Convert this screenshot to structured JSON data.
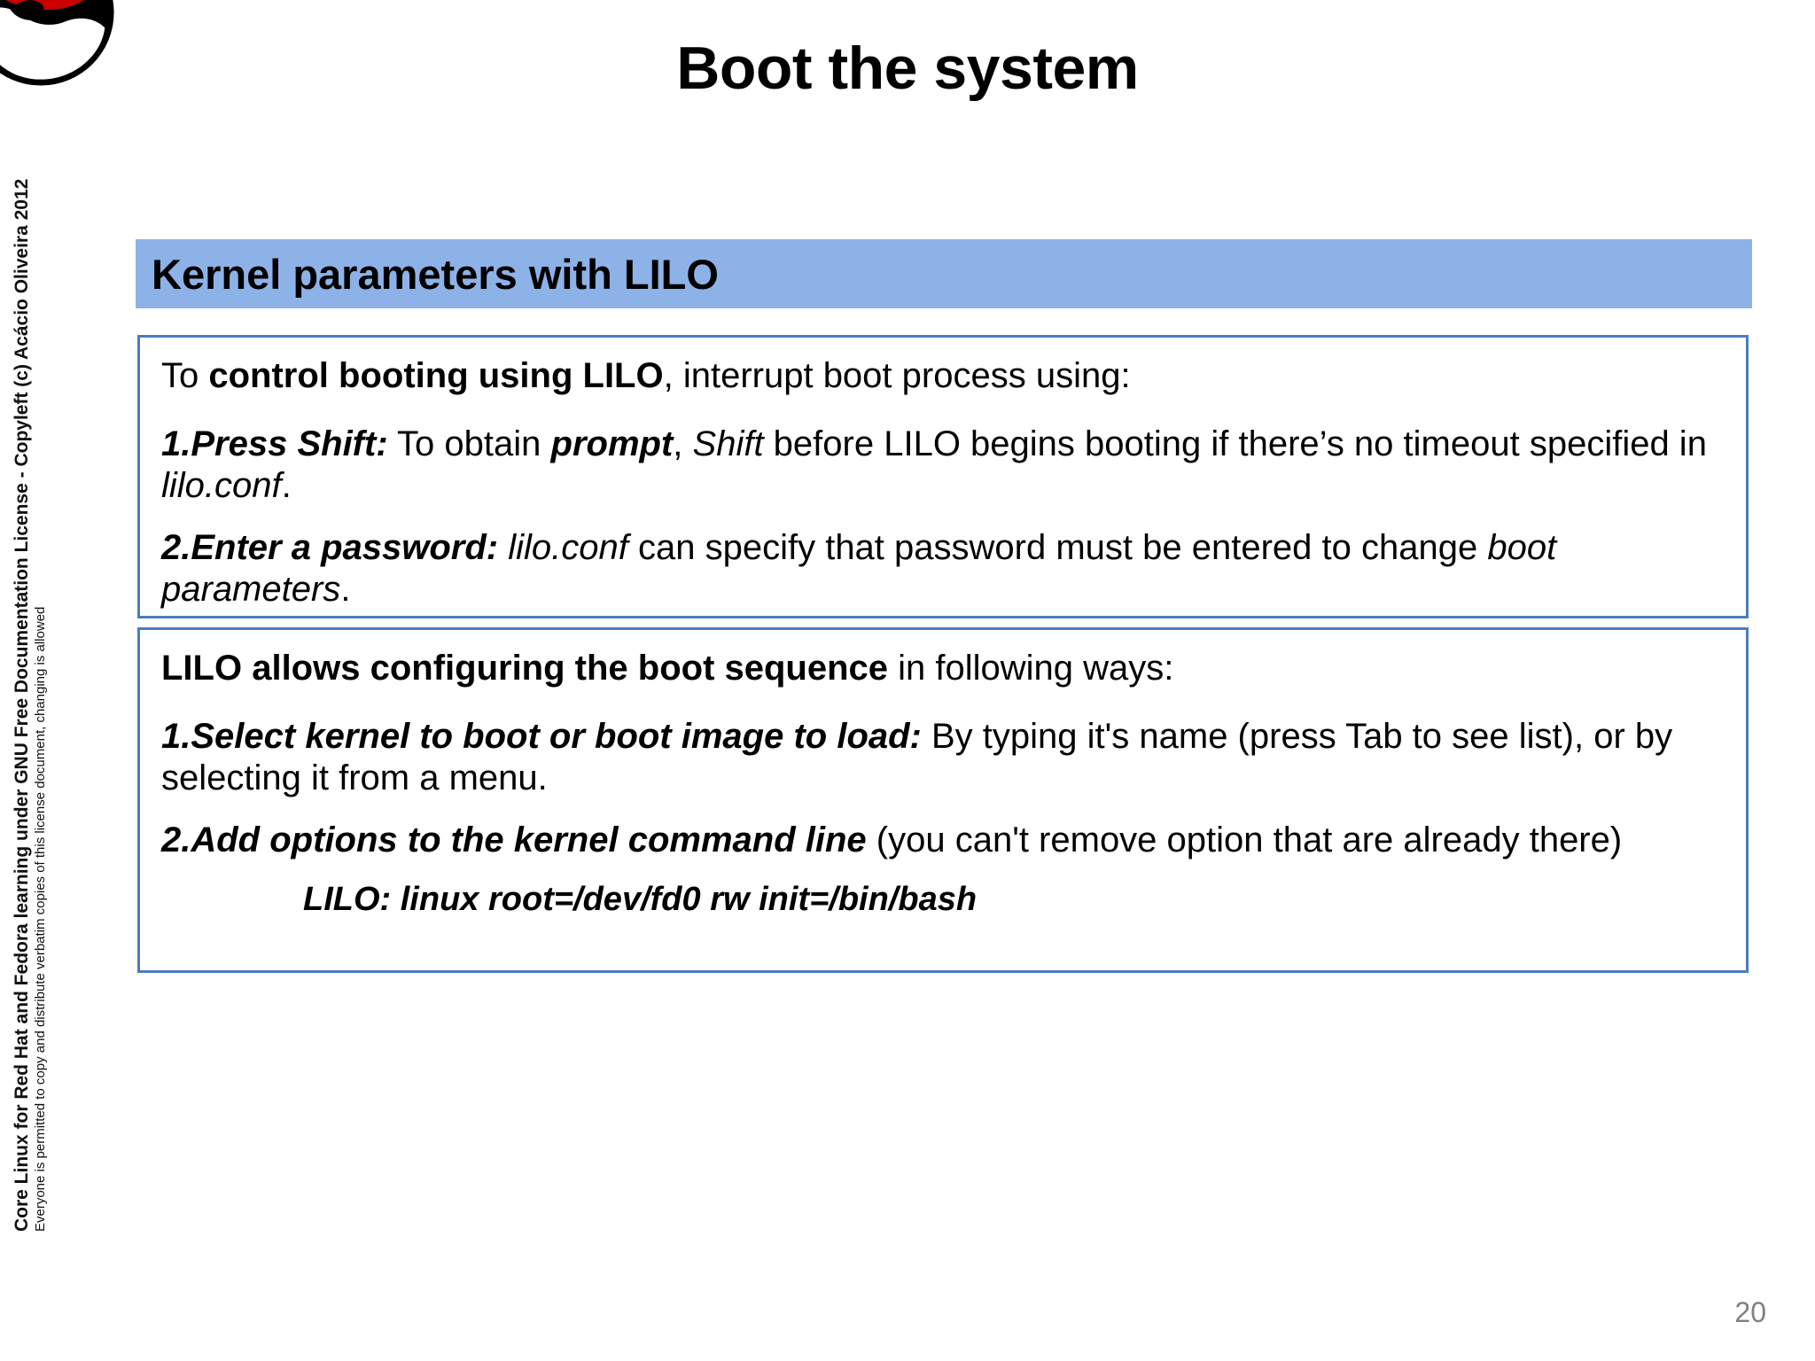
{
  "slide": {
    "title": "Boot the system",
    "page_number": "20",
    "accent_blue": "#8DB2E8",
    "border_blue": "#4A7EBB",
    "page_number_color": "#808080"
  },
  "logo": {
    "name": "red-hat-shadowman-logo",
    "hat_color": "#CC0000",
    "face_color": "#000000"
  },
  "sidebar": {
    "line1": "Core Linux for Red Hat and Fedora learning under GNU Free Documentation License  -  Copyleft (c) Acácio Oliveira 2012",
    "line2": "Everyone is permitted to copy and distribute verbatim copies of this license document, changing is allowed"
  },
  "section": {
    "heading": "Kernel parameters with LILO"
  },
  "box_one": {
    "lead": {
      "part1": "To ",
      "part2_bold": "control booting using LILO",
      "part3": ", interrupt boot process using:"
    },
    "item1": {
      "label": "1.Press Shift:",
      "text1": " To obtain ",
      "emph1_bolditalic": "prompt",
      "text2": ", ",
      "emph2_italic": "Shift",
      "text3": " before LILO begins booting if there’s no timeout specified in ",
      "emph3_italic": "lilo.conf",
      "text4": "."
    },
    "item2": {
      "label": "2.Enter a password:",
      "text1": " ",
      "emph1_italic": "lilo.conf",
      "text2": " can specify that password must be entered to change ",
      "emph2_italic": "boot parameters",
      "text3": "."
    }
  },
  "box_two": {
    "lead": {
      "part1_bold": "LILO allows configuring the boot sequence",
      "part2": " in following ways:"
    },
    "item1": {
      "label": "1.Select kernel to boot or boot image to load:",
      "text": " By typing it's name (press Tab to see list), or by selecting it from a menu."
    },
    "item2": {
      "label": "2.Add options to the kernel command line",
      "text": " (you can't remove option that are already there)",
      "command": "LILO: linux root=/dev/fd0 rw init=/bin/bash"
    }
  }
}
